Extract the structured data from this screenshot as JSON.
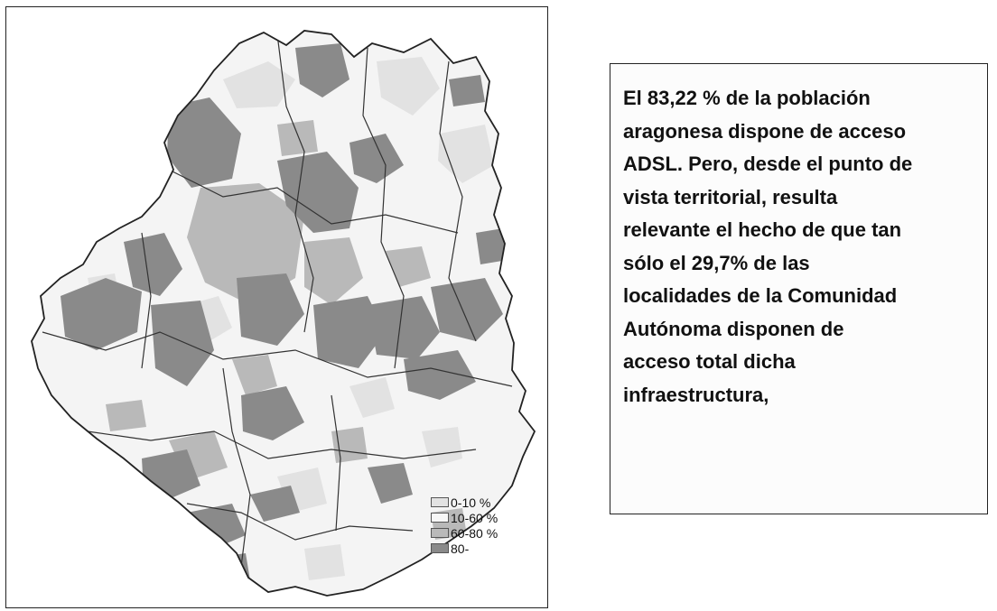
{
  "map": {
    "legend": [
      {
        "label": "0-10 %",
        "color": "#e2e2e2"
      },
      {
        "label": "10-60 %",
        "color": "#f7f7f7"
      },
      {
        "label": "60-80 %",
        "color": "#b9b9b9"
      },
      {
        "label": "80-",
        "color": "#8a8a8a"
      }
    ]
  },
  "caption": {
    "lines": [
      "El 83,22 % de la población",
      "aragonesa dispone de acceso",
      "ADSL. Pero, desde el punto de",
      "vista territorial, resulta",
      "relevante el hecho de que tan",
      "sólo el 29,7% de las",
      "localidades de la Comunidad",
      "Autónoma disponen de",
      "acceso total dicha",
      "infraestructura,"
    ]
  }
}
